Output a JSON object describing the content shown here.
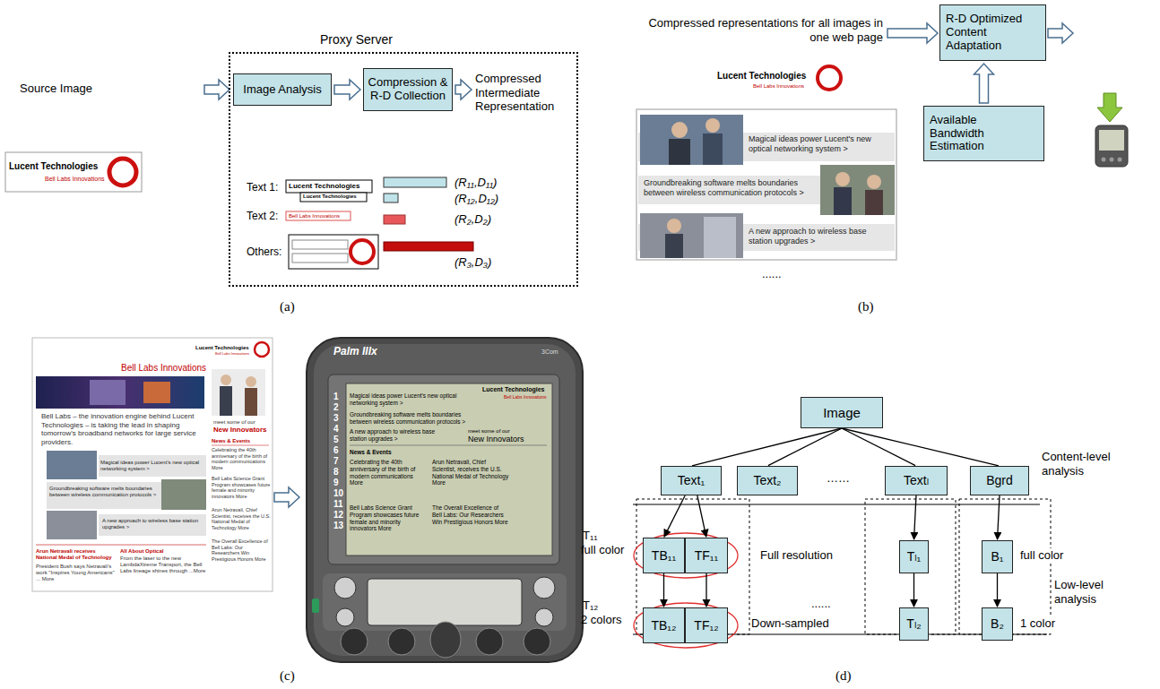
{
  "diagram": {
    "nodes": [
      {
        "text": [
          "Proxy Server"
        ]
      },
      {
        "text": [
          "Image Analysis"
        ],
        "in": 0
      },
      {
        "text": [
          "Compression & R-D Collection"
        ],
        "in": 0
      },
      {
        "text": [
          "R-D Optimized Content Adaptation"
        ]
      },
      {
        "text": [
          "Available Bandwidth Estimation"
        ]
      },
      {
        "text": [
          "Image"
        ]
      },
      {
        "text": [
          "Text₁"
        ]
      },
      {
        "text": [
          "Text₂"
        ]
      },
      {
        "text": [
          "Textₗ"
        ]
      },
      {
        "text": [
          "Bgrd"
        ]
      },
      {
        "text": [
          "TB₁₁"
        ]
      },
      {
        "text": [
          "TF₁₁"
        ]
      },
      {
        "text": [
          "Tₗ₁"
        ]
      },
      {
        "text": [
          "B₁"
        ]
      },
      {
        "text": [
          "TB₁₂"
        ]
      },
      {
        "text": [
          "TF₁₂"
        ]
      },
      {
        "text": [
          "Tₗ₂"
        ]
      },
      {
        "text": [
          "B₂"
        ]
      }
    ],
    "edges": [
      {
        "from": 1,
        "to": 2,
        "arrow": "to"
      },
      {
        "from": 4,
        "to": 3,
        "arrow": "to"
      },
      {
        "from": 5,
        "to": 6,
        "arrow": "none"
      },
      {
        "from": 5,
        "to": 7,
        "arrow": "none"
      },
      {
        "from": 5,
        "to": 8,
        "arrow": "none"
      },
      {
        "from": 5,
        "to": 9,
        "arrow": "none"
      },
      {
        "from": 6,
        "to": 10,
        "arrow": "to"
      },
      {
        "from": 6,
        "to": 11,
        "arrow": "to"
      },
      {
        "from": 10,
        "to": 14,
        "arrow": "to"
      },
      {
        "from": 11,
        "to": 15,
        "arrow": "to"
      },
      {
        "from": 8,
        "to": 12,
        "arrow": "to"
      },
      {
        "from": 12,
        "to": 16,
        "arrow": "to"
      },
      {
        "from": 9,
        "to": 13,
        "arrow": "to"
      },
      {
        "from": 13,
        "to": 17,
        "arrow": "to"
      }
    ],
    "labels": [
      "Source Image",
      "Compressed Intermediate Representation",
      "Lucent Technologies",
      "Bell Labs Innovations",
      "Text 1:",
      "Lucent Technologies",
      "Lucent Technologies",
      "Text 2:",
      "Bell Labs Innovations",
      "Others:",
      "(R₁₁,D₁₁)",
      "(R₁₂,D₁₂)",
      "(R₂,D₂)",
      "(R₃,D₃)",
      "(a)",
      "Compressed representations for all images in one web page",
      "Lucent Technologies",
      "Bell Labs Innovations",
      "Magical ideas power Lucent's new optical networking system >",
      "Groundbreaking software melts boundaries between wireless communication protocols >",
      "A new approach to wireless base station upgrades >",
      "......",
      "(b)",
      "Lucent Technologies",
      "Bell Labs Innovations",
      "Bell Labs Innovations",
      "Bell Labs – the innovation engine behind Lucent Technologies – is taking the lead in shaping tomorrow's broadband networks for large service providers.",
      "meet some of our",
      "New Innovators",
      "News & Events",
      "Celebrating the 40th anniversary of the birth of modern communications More",
      "Bell Labs Science Grant Program showcases future female and minority innovators More",
      "Arun Netravali, Chief Scientist, receives the U.S. National Medal of Technology More",
      "The Overall Excellence of Bell Labs: Our Researchers Win Prestigious Honors More",
      "Magical ideas power Lucent's new optical networking system >",
      "Groundbreaking software melts boundaries between wireless communication protocols >",
      "A new approach to wireless base station upgrades >",
      "Arun Netravali receives National Medal of Technology",
      "President Bush says Netravali's work \"Inspires Young Americans\" ... More",
      "All About Optical",
      "From the laser to the new LambdaXtreme Transport, the Bell Labs lineage shines through ...More",
      "Palm IIIx",
      "3Com",
      "1",
      "2",
      "3",
      "4",
      "5",
      "6",
      "7",
      "8",
      "9",
      "10",
      "11",
      "12",
      "13",
      "Lucent Technologies",
      "Bell Labs Innovations",
      "Magical ideas power Lucent's new optical networking system >",
      "Groundbreaking software melts boundaries between wireless communication protocols >",
      "A new approach to wireless base station upgrades >",
      "meet some of our",
      "New Innovators",
      "News & Events",
      "Celebrating the 40th anniversary of the birth of modern communications More",
      "Arun Netravali, Chief Scientist, receives the U.S. National Medal of Technology More",
      "Bell Labs Science Grant Program showcases future female and minority innovators More",
      "The Overall Excellence of Bell Labs: Our Researchers Win Prestigious Honors More",
      "(c)",
      "Content-level analysis",
      "T₁₁",
      "full color",
      "T₁₂",
      "2 colors",
      "Full resolution",
      "......",
      "Down-sampled",
      "full color",
      "1 color",
      "Low-level analysis",
      "(d)",
      "……"
    ]
  }
}
